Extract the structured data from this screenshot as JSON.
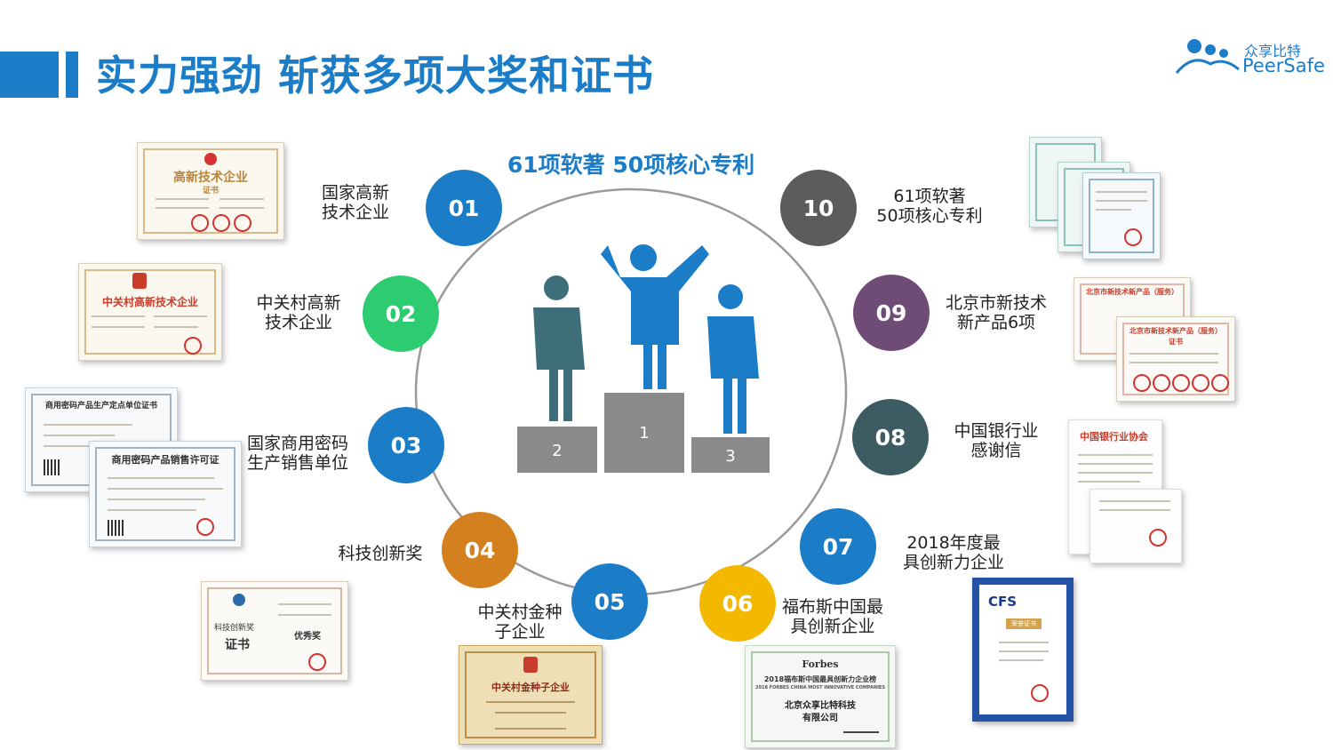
{
  "header": {
    "title": "实力强劲 斩获多项大奖和证书",
    "brand_cn": "众享比特",
    "brand_en": "PeerSafe"
  },
  "headline": "61项软著 50项核心专利",
  "podium": {
    "first": "1",
    "second": "2",
    "third": "3"
  },
  "awards": [
    {
      "num": "01",
      "label_lines": [
        "国家高新",
        "技术企业"
      ],
      "color": "#1b7cc8"
    },
    {
      "num": "02",
      "label_lines": [
        "中关村高新",
        "技术企业"
      ],
      "color": "#2ecc71"
    },
    {
      "num": "03",
      "label_lines": [
        "国家商用密码",
        "生产销售单位"
      ],
      "color": "#1b7cc8"
    },
    {
      "num": "04",
      "label_lines": [
        "科技创新奖"
      ],
      "color": "#d4801e"
    },
    {
      "num": "05",
      "label_lines": [
        "中关村金种",
        "子企业"
      ],
      "color": "#1b7cc8"
    },
    {
      "num": "06",
      "label_lines": [
        "福布斯中国最",
        "具创新企业"
      ],
      "color": "#f3b800"
    },
    {
      "num": "07",
      "label_lines": [
        "2018年度最",
        "具创新力企业"
      ],
      "color": "#1b7cc8"
    },
    {
      "num": "08",
      "label_lines": [
        "中国银行业",
        "感谢信"
      ],
      "color": "#3d5b63"
    },
    {
      "num": "09",
      "label_lines": [
        "北京市新技术",
        "新产品6项"
      ],
      "color": "#6e4c76"
    },
    {
      "num": "10",
      "label_lines": [
        "61项软著",
        "50项核心专利"
      ],
      "color": "#5c5c5c"
    }
  ],
  "certificates": {
    "c01": "高新技术企业",
    "c01_sub": "证书",
    "c02": "中关村高新技术企业",
    "c03a": "商用密码产品生产定点单位证书",
    "c03b": "商用密码产品销售许可证",
    "c04a": "科技创新奖",
    "c04b": "证书",
    "c04c": "优秀奖",
    "c05": "中关村金种子企业",
    "c06_brand": "Forbes",
    "c06_line1": "2018福布斯中国最具创新力企业榜",
    "c06_line2": "2018 FORBES CHINA MOST INNOVATIVE COMPANIES",
    "c06_company1": "北京众享比特科技",
    "c06_company2": "有限公司",
    "c07_brand": "CFS",
    "c07_title": "荣誉证书",
    "c08": "中国银行业协会",
    "c09": "北京市新技术新产品（服务）",
    "c09_sub": "证书"
  }
}
